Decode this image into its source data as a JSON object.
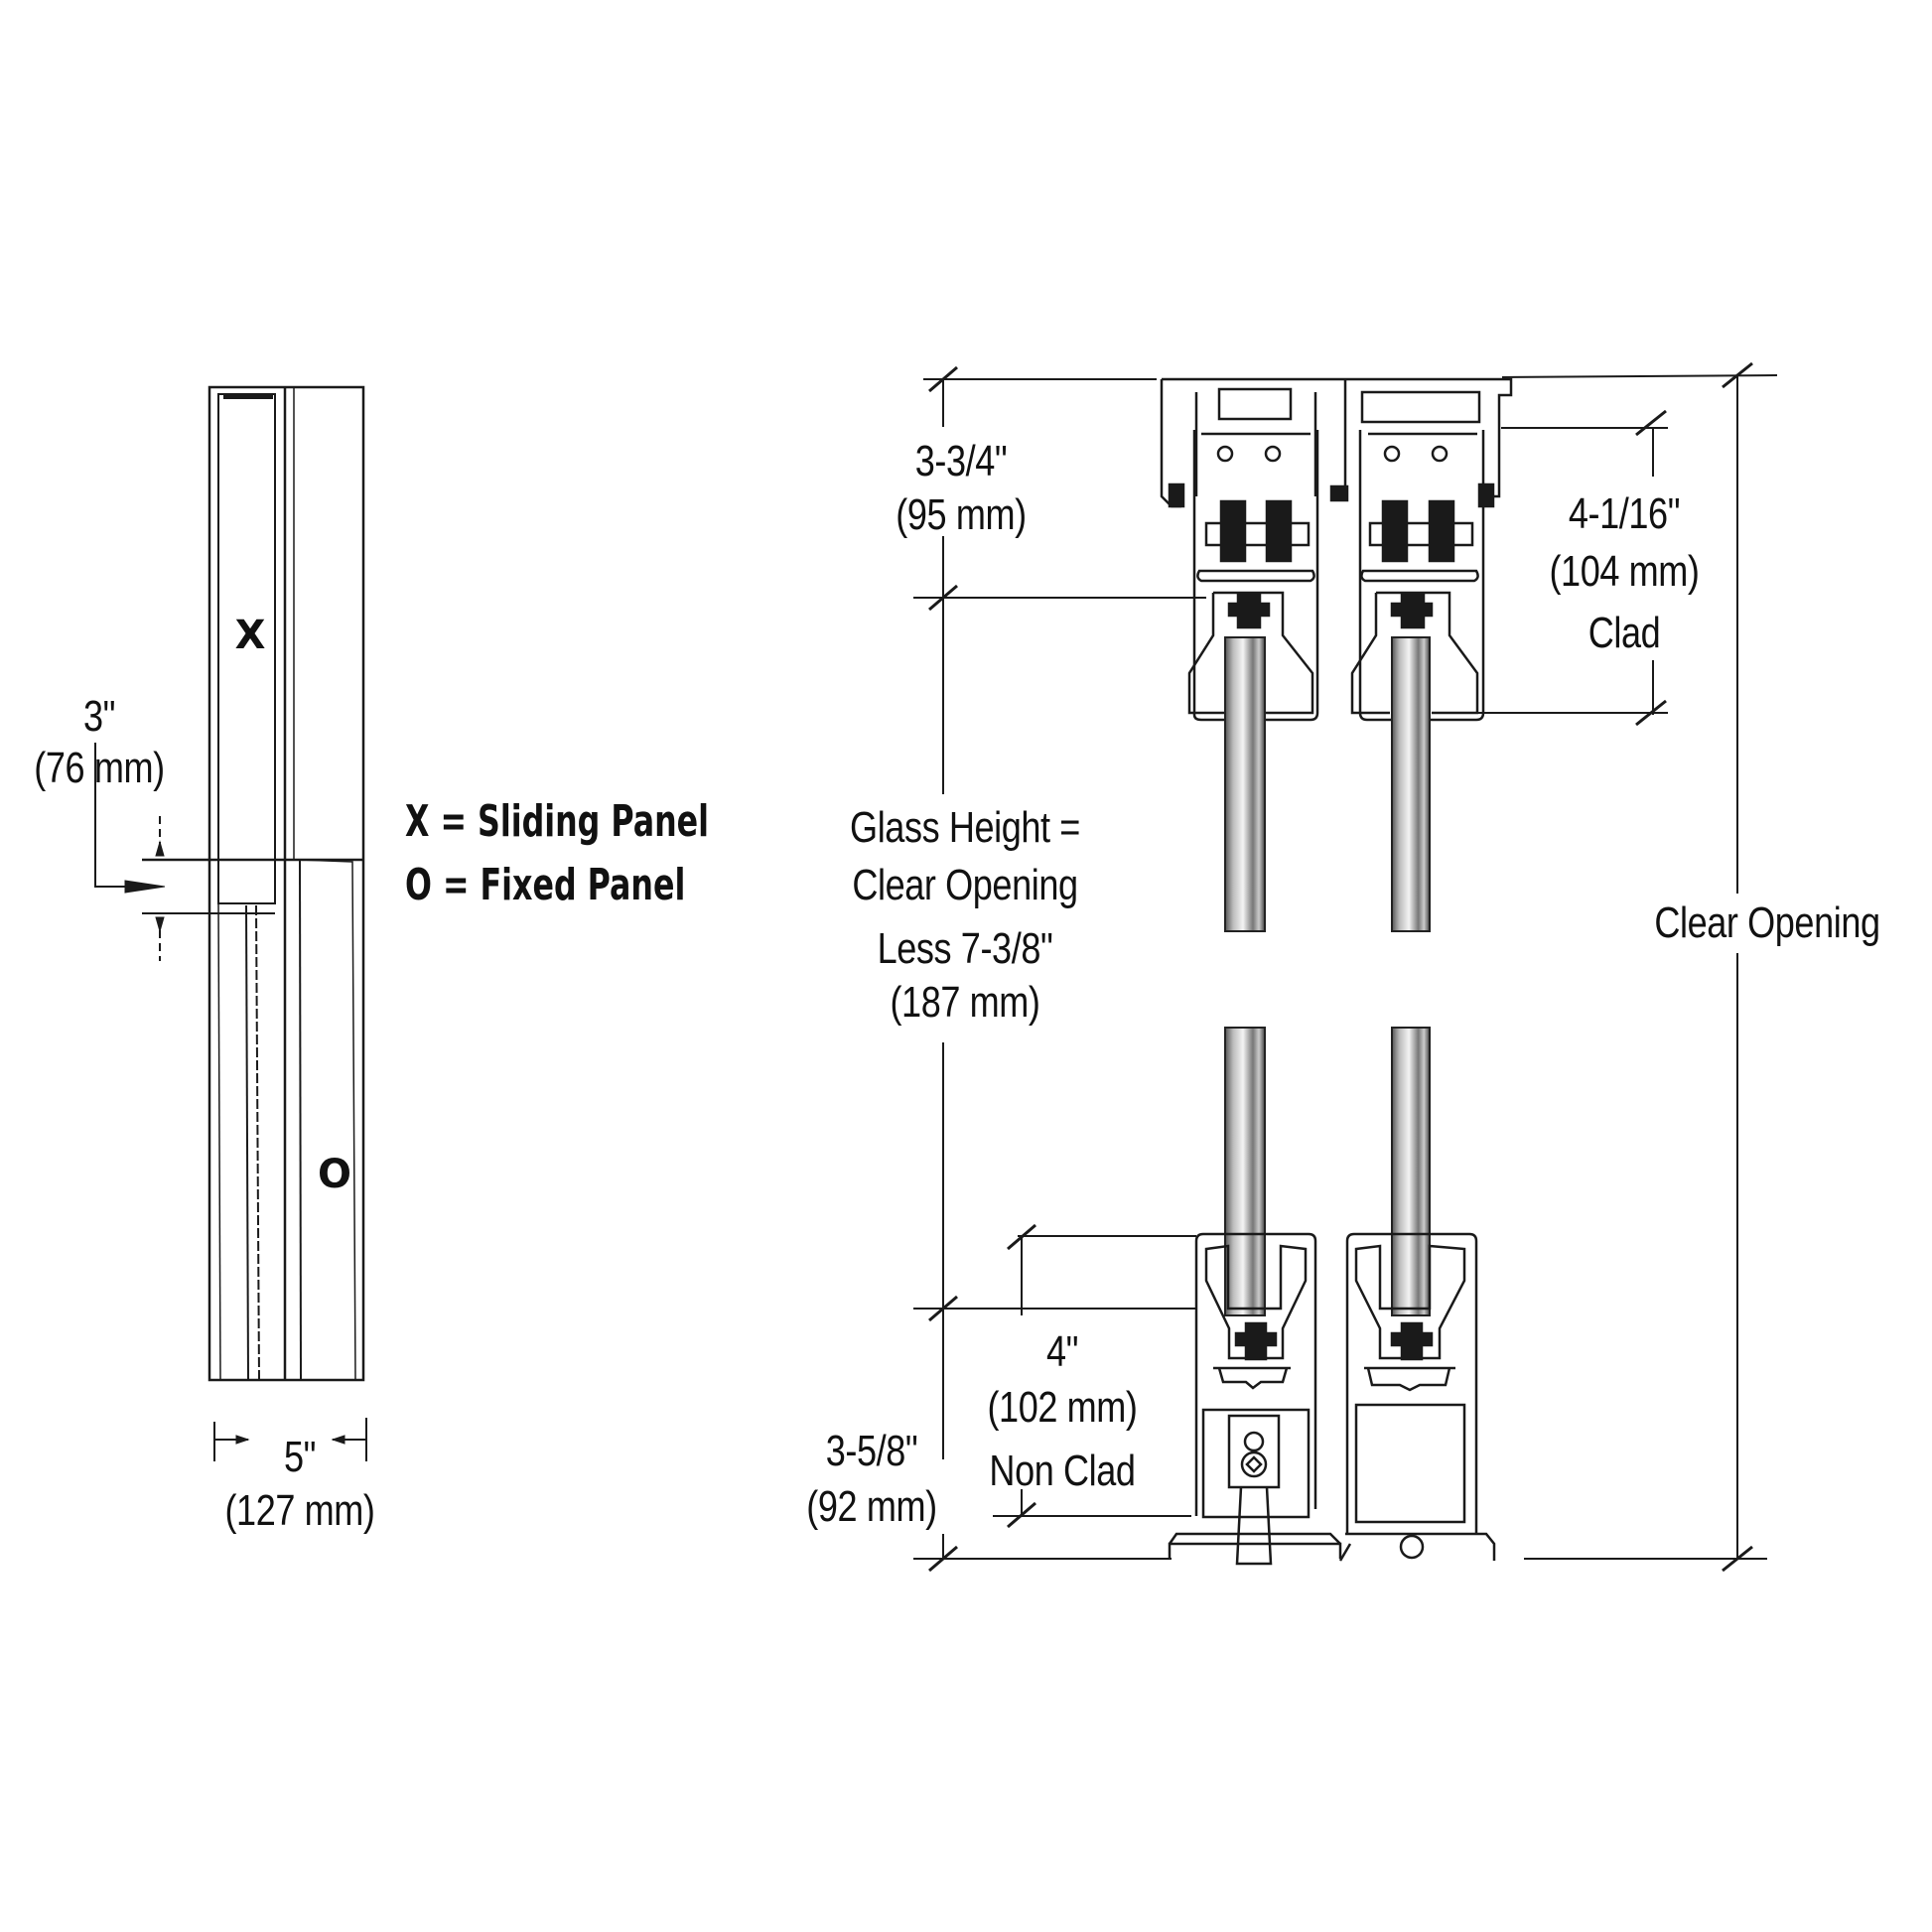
{
  "diagram": {
    "type": "technical-section-drawing",
    "subject": "Sliding door header and bottom track section",
    "colors": {
      "line": "#1a1a1a",
      "glass": "#9a9a9a",
      "background": "#ffffff"
    }
  },
  "elevation": {
    "panel_x_mark": "X",
    "panel_o_mark": "O",
    "overlap_dim": {
      "imperial": "3\"",
      "metric": "(76 mm)"
    },
    "width_dim": {
      "imperial": "5\"",
      "metric": "(127 mm)"
    }
  },
  "legend": {
    "items": [
      {
        "label": "X = Sliding Panel"
      },
      {
        "label": "O = Fixed Panel"
      }
    ]
  },
  "section": {
    "header_dim": {
      "imperial": "3-3/4\"",
      "metric": "(95 mm)"
    },
    "clad_dim": {
      "imperial": "4-1/16\"",
      "metric": "(104 mm)",
      "note": "Clad"
    },
    "glass_height": {
      "line1": "Glass Height =",
      "line2": "Clear Opening",
      "line3": "Less 7-3/8\"",
      "line4": "(187 mm)"
    },
    "non_clad_dim": {
      "imperial": "4\"",
      "metric": "(102 mm)",
      "note": "Non Clad"
    },
    "sill_dim": {
      "imperial": "3-5/8\"",
      "metric": "(92 mm)"
    },
    "overall_dim": {
      "label": "Clear Opening"
    }
  }
}
